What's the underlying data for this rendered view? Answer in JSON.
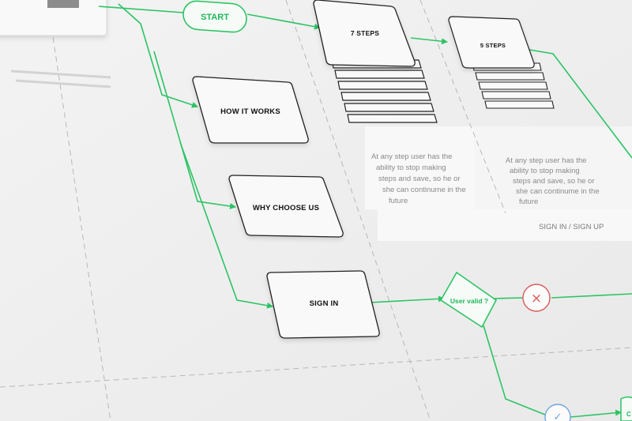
{
  "colors": {
    "background": "#eeeeee",
    "panel": "#f7f7f7",
    "box_fill": "#f9f9f9",
    "box_stroke": "#222222",
    "flow_green": "#2cc464",
    "reject_red": "#d95a5a",
    "accept_blue": "#6aa6e0",
    "dashed_line": "#b8b8b8"
  },
  "flow": {
    "start_label": "START",
    "how_it_works_label": "HOW IT WORKS",
    "why_choose_us_label": "WHY CHOOSE US",
    "sign_in_label": "SIGN IN",
    "seven_steps_label": "7 STEPS",
    "five_steps_label": "5 STEPS",
    "decision_label": "User valid ?",
    "reject_symbol": "×",
    "accept_symbol": "✓",
    "partial_next_label": "C"
  },
  "notes": {
    "steps_note_left": [
      "At any step user has the",
      "ability to stop making",
      "steps and save, so he or",
      "she can continume in the",
      "future"
    ],
    "steps_note_right": [
      "At any step user has the",
      "ability to stop making",
      "steps and save, so he or",
      "she can continume in the",
      "future"
    ],
    "sign_in_sign_up_label": "SIGN IN / SIGN UP"
  },
  "icons": {
    "reject_icon": "x-circle-icon",
    "accept_icon": "check-circle-icon",
    "decision_icon": "diamond-decision-icon"
  }
}
